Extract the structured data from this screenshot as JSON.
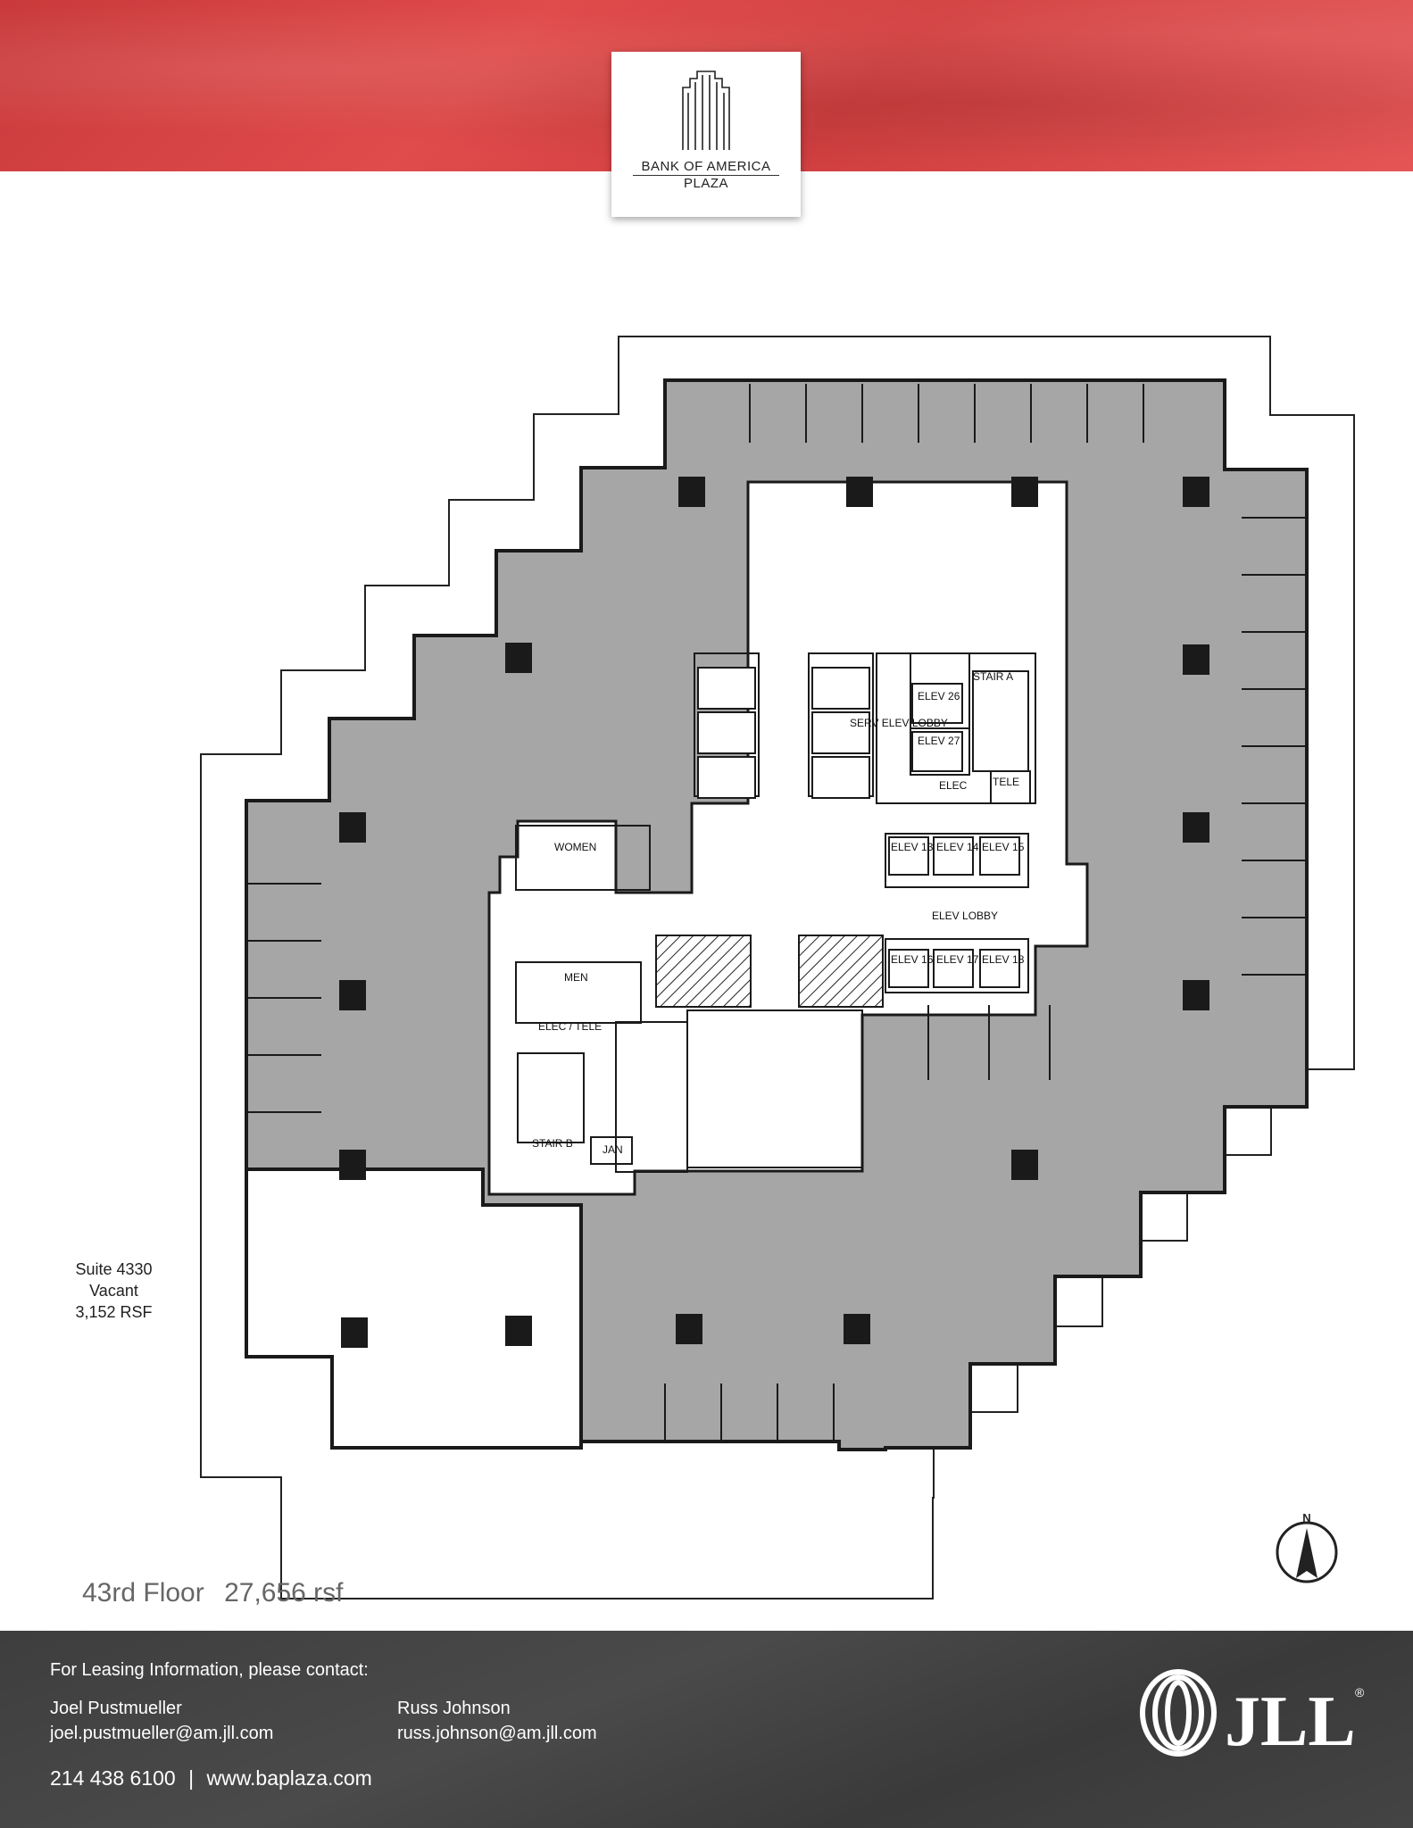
{
  "building": {
    "logo_line1": "BANK OF AMERICA",
    "logo_line2": "PLAZA"
  },
  "rooms": {
    "women": "WOMEN",
    "men": "MEN",
    "elec_tele": "ELEC / TELE",
    "stair_b": "STAIR B",
    "jan": "JAN",
    "stair_a": "STAIR A",
    "elev_26": "ELEV 26",
    "elev_27": "ELEV 27",
    "serv_elev_lobby": "SERV ELEV LOBBY",
    "elec": "ELEC",
    "tele": "TELE",
    "elev_13": "ELEV 13",
    "elev_14": "ELEV 14",
    "elev_15": "ELEV 15",
    "elev_lobby": "ELEV LOBBY",
    "elev_16": "ELEV 16",
    "elev_17": "ELEV 17",
    "elev_18": "ELEV 18"
  },
  "suite": {
    "name": "Suite 4330",
    "status": "Vacant",
    "size": "3,152 RSF"
  },
  "floor": {
    "name": "43rd Floor",
    "size": "27,656 rsf"
  },
  "compass": {
    "label": "N"
  },
  "contact": {
    "heading": "For Leasing Information, please contact:",
    "people": [
      {
        "name": "Joel Pustmueller",
        "email": "joel.pustmueller@am.jll.com"
      },
      {
        "name": "Russ Johnson",
        "email": "russ.johnson@am.jll.com"
      }
    ],
    "phone": "214 438 6100",
    "separator": "|",
    "website": "www.baplaza.com"
  },
  "brand": {
    "logo": "JLL",
    "colors": {
      "header": "#d94243",
      "footer": "#424242",
      "leased": "#a6a6a6",
      "vacant": "#ffffff",
      "wall": "#1a1a1a"
    }
  }
}
